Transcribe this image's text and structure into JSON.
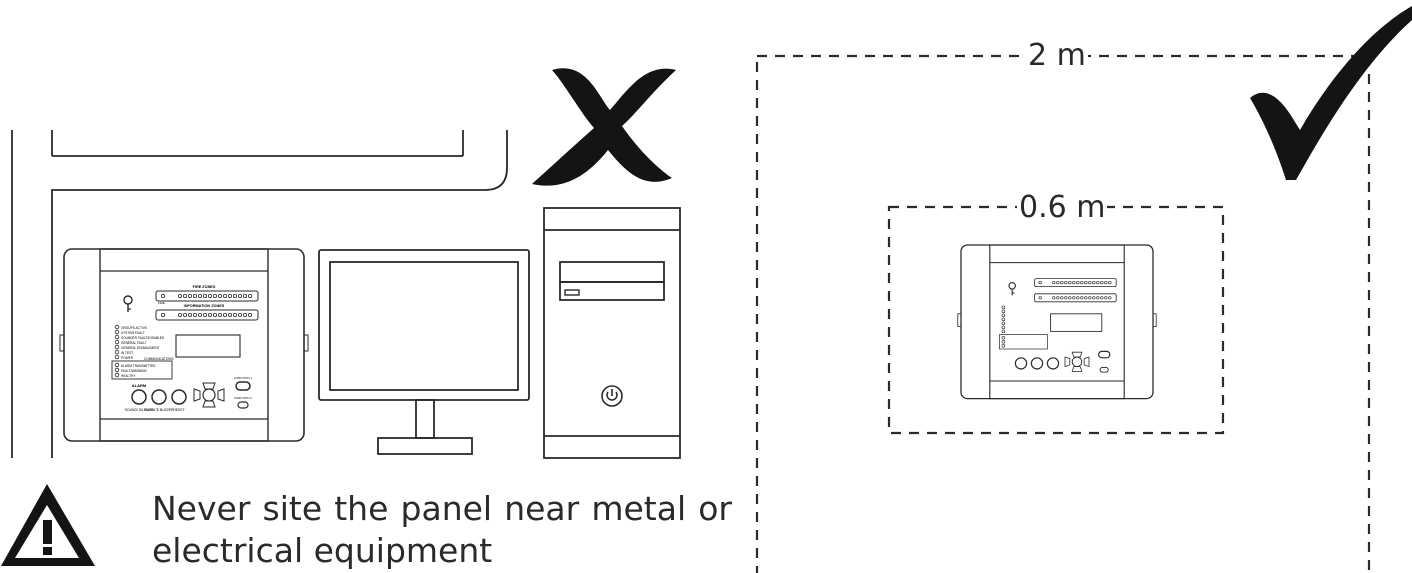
{
  "warning": {
    "text": "Never site the panel near metal or electrical equipment",
    "icon": "warning-triangle-icon"
  },
  "dimensions": {
    "outer": "2 m",
    "inner": "0.6 m"
  },
  "panel": {
    "fire_zones": "FIRE ZONES",
    "information_zones": "INFORMATION ZONES",
    "fire": "FIRE",
    "zone_status": [
      "GROUPS ACTIVE",
      "SYSTEM FAULT",
      "SOUNDER FAULT/DISABLED",
      "GENERAL FAULT",
      "GENERAL DISABLEMENT",
      "IN TEST",
      "POWER"
    ],
    "communications": "COMMUNICATIONS",
    "comm_status": [
      "ALARM TRANSMITTED",
      "FAULT/WARNING",
      "HEALTHY"
    ],
    "alarm": "ALARM",
    "buttons": [
      "SOUND/ SILENCE",
      "SILENCE BUZZER",
      "RESET"
    ],
    "function_1": "FUNCTION 1",
    "function_2": "FUNCTION 2"
  },
  "marks": {
    "wrong": "cross-icon",
    "right": "checkmark-icon"
  },
  "computer": {
    "power": "power-icon"
  },
  "colors": {
    "line": "#2a2a2a",
    "mark": "#141414"
  }
}
